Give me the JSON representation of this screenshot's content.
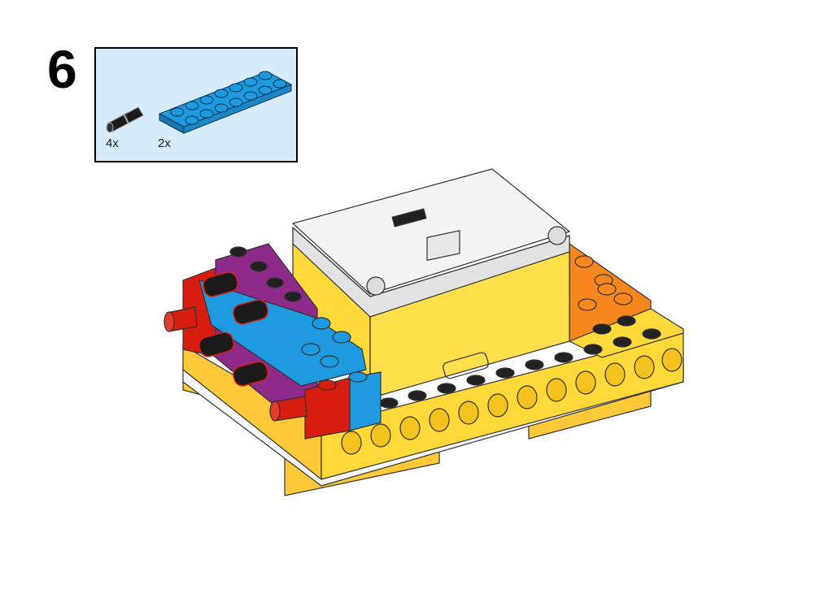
{
  "step_number": "6",
  "parts_list": [
    {
      "part": "connector-peg",
      "quantity": "4x",
      "color": "#1b1b1b"
    },
    {
      "part": "plate-2x8",
      "quantity": "2x",
      "color": "#1e9be0"
    }
  ],
  "colors": {
    "yellow": "#ffd83a",
    "white": "#f2f2f2",
    "purple": "#8e2a8a",
    "blue": "#1e9be0",
    "red": "#d61d10",
    "orange": "#f7861e",
    "green": "#4bae4f"
  }
}
